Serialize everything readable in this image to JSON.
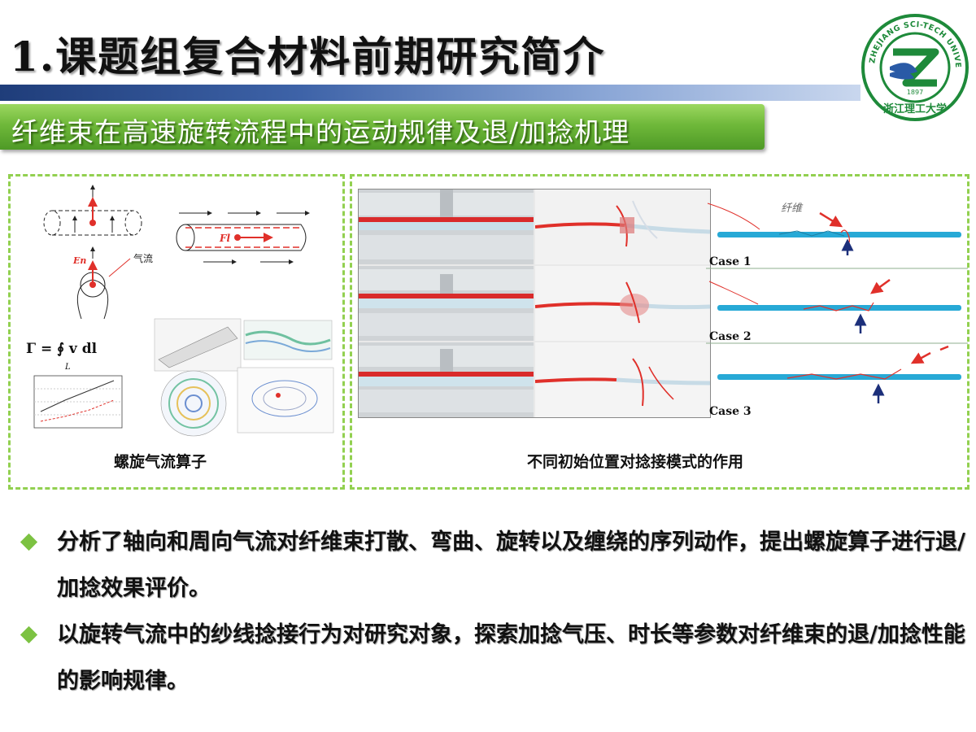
{
  "title": "1.课题组复合材料前期研究简介",
  "subtitle": "纤维束在高速旋转流程中的运动规律及退/加捻机理",
  "logo": {
    "ring_text": "ZHEJIANG SCI-TECH UNIVERSITY",
    "year": "1897",
    "chinese_name": "浙江理工大学",
    "color": "#1e8a3a"
  },
  "left_panel": {
    "caption": "螺旋气流算子",
    "labels": {
      "airflow": "气流",
      "force_fl": "Fl",
      "force_en": "En",
      "formula": "Γ = ∮ v dl",
      "formula_sub": "L"
    }
  },
  "right_panel": {
    "caption": "不同初始位置对捻接模式的作用",
    "fiber_label": "纤维",
    "cases": [
      "Case 1",
      "Case 2",
      "Case 3"
    ]
  },
  "bullets": [
    "分析了轴向和周向气流对纤维束打散、弯曲、旋转以及缠绕的序列动作，提出螺旋算子进行退/加捻效果评价。",
    "以旋转气流中的纱线捻接行为对研究对象，探索加捻气压、时长等参数对纤维束的退/加捻性能的影响规律。"
  ],
  "colors": {
    "accent_green": "#92d050",
    "banner_green": "#6fb83a",
    "title_bar_blue": "#1f3d7a",
    "fiber_red": "#e0302a",
    "rod_blue": "#27a9d6",
    "arrow_navy": "#1c2f7a"
  }
}
